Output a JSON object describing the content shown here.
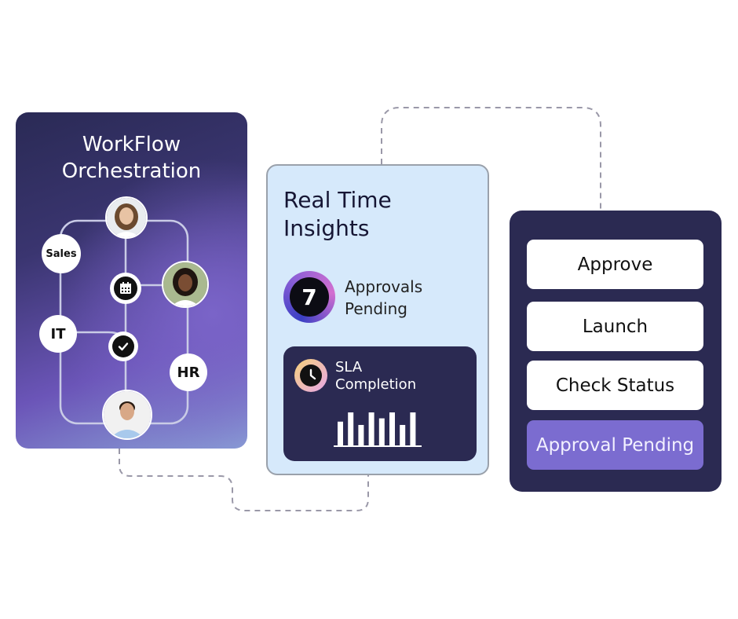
{
  "workflow": {
    "title_line1": "WorkFlow",
    "title_line2": "Orchestration",
    "nodes": {
      "sales": "Sales",
      "it": "IT",
      "hr": "HR"
    },
    "icons": [
      "calendar-icon",
      "check-icon"
    ]
  },
  "insights": {
    "title_line1": "Real Time",
    "title_line2": "Insights",
    "approvals_count": "7",
    "approvals_line1": "Approvals",
    "approvals_line2": "Pending",
    "sla_line1": "SLA",
    "sla_line2": "Completion",
    "sla_bars": [
      0.72,
      1.0,
      0.62,
      1.0,
      0.82,
      1.0,
      0.62,
      1.0
    ]
  },
  "actions": {
    "approve": "Approve",
    "launch": "Launch",
    "check_status": "Check Status",
    "approval_pending": "Approval Pending"
  },
  "colors": {
    "card_dark": "#2b2a52",
    "insights_bg": "#d6e9fb",
    "accent_purple": "#7b6cd0",
    "connector": "#9a98a8"
  }
}
